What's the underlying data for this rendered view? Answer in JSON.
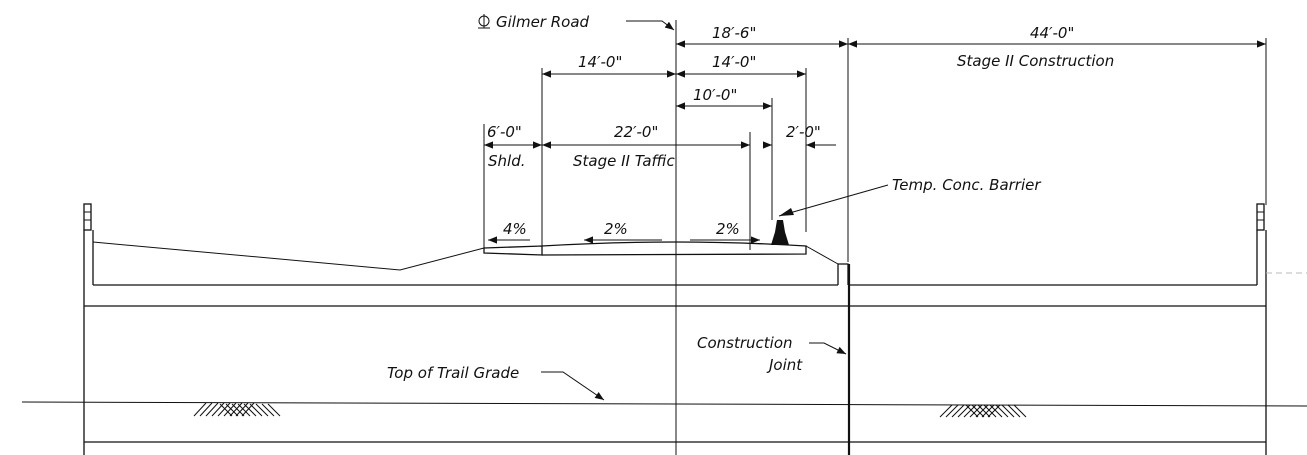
{
  "labels": {
    "centerline": "Gilmer Road",
    "dim_18_6": "18′-6\"",
    "dim_44_0": "44′-0\"",
    "stage2_construction": "Stage II Construction",
    "dim_14_0_left": "14′-0\"",
    "dim_14_0_right": "14′-0\"",
    "dim_10_0": "10′-0\"",
    "dim_6_0": "6′-0\"",
    "dim_22_0": "22′-0\"",
    "dim_2_0": "2′-0\"",
    "shld": "Shld.",
    "stage2_traffic": "Stage II Taffic",
    "temp_barrier": "Temp. Conc. Barrier",
    "slope_4": "4%",
    "slope_2_left": "2%",
    "slope_2_right": "2%",
    "construction_joint_line1": "Construction",
    "construction_joint_line2": "Joint",
    "trail_grade": "Top of Trail Grade"
  },
  "colors": {
    "ink": "#111111",
    "faint": "#b8b8b8"
  }
}
